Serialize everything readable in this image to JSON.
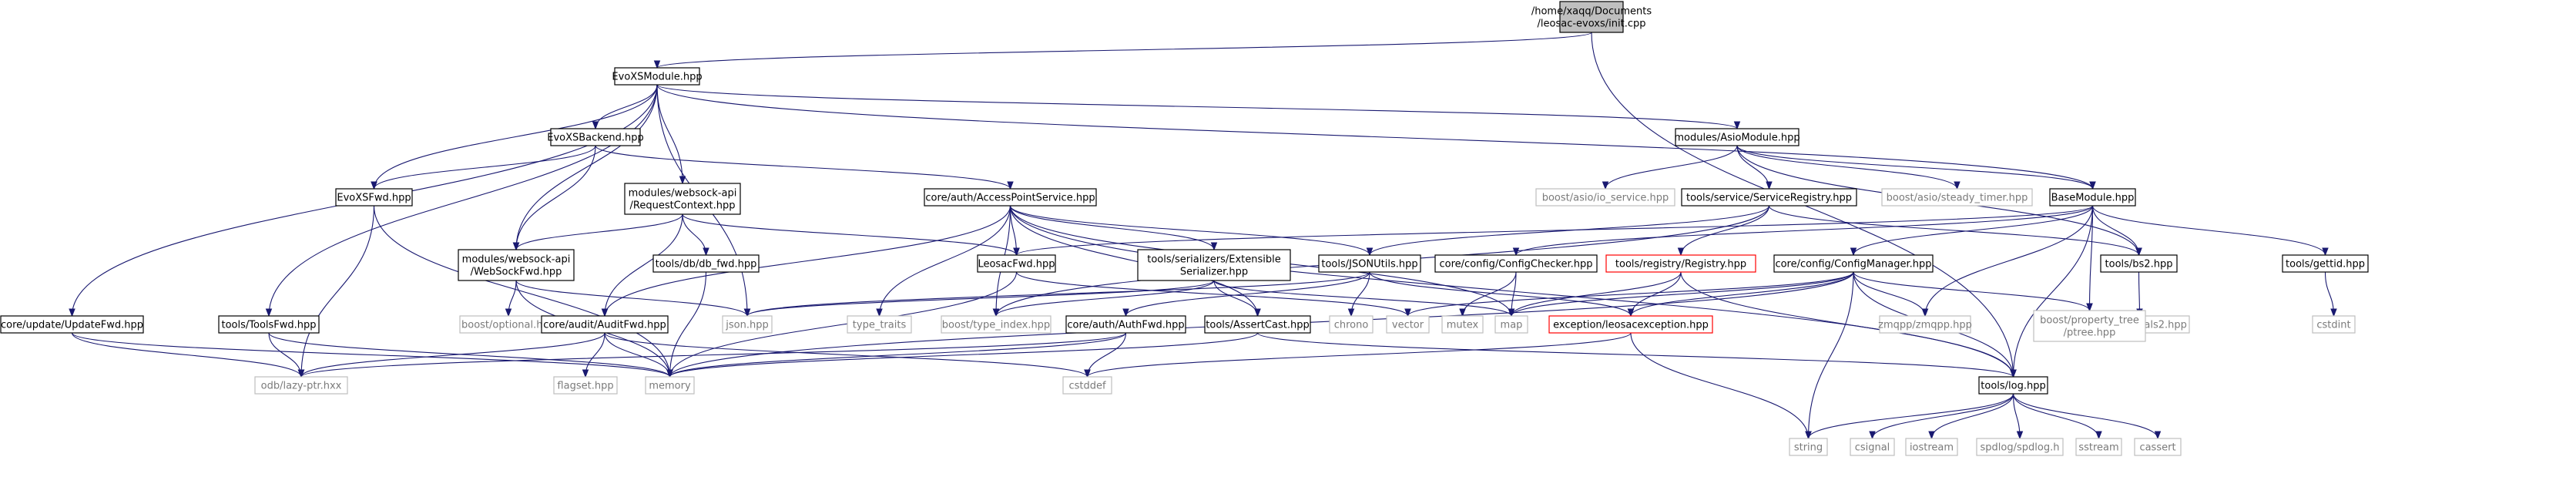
{
  "colors": {
    "edge": "#191970",
    "root_fill": "#bfbfbf",
    "doc_border": "#000000",
    "missing_border": "#bfbfbf",
    "error_border": "#ff0000"
  },
  "graph": {
    "nodes": [
      {
        "id": "init",
        "lines": [
          "/home/xaqq/Documents",
          "/leosac-evoxs/init.cpp"
        ],
        "kind": "root"
      },
      {
        "id": "EvoXSModule",
        "lines": [
          "EvoXSModule.hpp"
        ],
        "kind": "doc"
      },
      {
        "id": "EvoXSBackend",
        "lines": [
          "EvoXSBackend.hpp"
        ],
        "kind": "doc"
      },
      {
        "id": "AsioModule",
        "lines": [
          "modules/AsioModule.hpp"
        ],
        "kind": "doc"
      },
      {
        "id": "EvoXSFwd",
        "lines": [
          "EvoXSFwd.hpp"
        ],
        "kind": "doc"
      },
      {
        "id": "RequestContext",
        "lines": [
          "modules/websock-api",
          "/RequestContext.hpp"
        ],
        "kind": "doc"
      },
      {
        "id": "AccessPointService",
        "lines": [
          "core/auth/AccessPointService.hpp"
        ],
        "kind": "doc"
      },
      {
        "id": "io_service",
        "lines": [
          "boost/asio/io_service.hpp"
        ],
        "kind": "missing"
      },
      {
        "id": "ServiceRegistry",
        "lines": [
          "tools/service/ServiceRegistry.hpp"
        ],
        "kind": "doc"
      },
      {
        "id": "steady_timer",
        "lines": [
          "boost/asio/steady_timer.hpp"
        ],
        "kind": "missing"
      },
      {
        "id": "BaseModule",
        "lines": [
          "BaseModule.hpp"
        ],
        "kind": "doc"
      },
      {
        "id": "WebSockFwd",
        "lines": [
          "modules/websock-api",
          "/WebSockFwd.hpp"
        ],
        "kind": "doc"
      },
      {
        "id": "db_fwd",
        "lines": [
          "tools/db/db_fwd.hpp"
        ],
        "kind": "doc"
      },
      {
        "id": "LeosacFwd",
        "lines": [
          "LeosacFwd.hpp"
        ],
        "kind": "doc"
      },
      {
        "id": "ExtSerializer",
        "lines": [
          "tools/serializers/Extensible",
          "Serializer.hpp"
        ],
        "kind": "doc"
      },
      {
        "id": "JSONUtils",
        "lines": [
          "tools/JSONUtils.hpp"
        ],
        "kind": "doc"
      },
      {
        "id": "ConfigChecker",
        "lines": [
          "core/config/ConfigChecker.hpp"
        ],
        "kind": "doc"
      },
      {
        "id": "Registry",
        "lines": [
          "tools/registry/Registry.hpp"
        ],
        "kind": "error"
      },
      {
        "id": "ConfigManager",
        "lines": [
          "core/config/ConfigManager.hpp"
        ],
        "kind": "doc"
      },
      {
        "id": "bs2",
        "lines": [
          "tools/bs2.hpp"
        ],
        "kind": "doc"
      },
      {
        "id": "gettid",
        "lines": [
          "tools/gettid.hpp"
        ],
        "kind": "doc"
      },
      {
        "id": "UpdateFwd",
        "lines": [
          "core/update/UpdateFwd.hpp"
        ],
        "kind": "doc"
      },
      {
        "id": "ToolsFwd",
        "lines": [
          "tools/ToolsFwd.hpp"
        ],
        "kind": "doc"
      },
      {
        "id": "optional",
        "lines": [
          "boost/optional.hpp"
        ],
        "kind": "missing"
      },
      {
        "id": "AuditFwd",
        "lines": [
          "core/audit/AuditFwd.hpp"
        ],
        "kind": "doc"
      },
      {
        "id": "json",
        "lines": [
          "json.hpp"
        ],
        "kind": "missing"
      },
      {
        "id": "type_traits",
        "lines": [
          "type_traits"
        ],
        "kind": "missing"
      },
      {
        "id": "type_index",
        "lines": [
          "boost/type_index.hpp"
        ],
        "kind": "missing"
      },
      {
        "id": "AuthFwd",
        "lines": [
          "core/auth/AuthFwd.hpp"
        ],
        "kind": "doc"
      },
      {
        "id": "AssertCast",
        "lines": [
          "tools/AssertCast.hpp"
        ],
        "kind": "doc"
      },
      {
        "id": "chrono",
        "lines": [
          "chrono"
        ],
        "kind": "missing"
      },
      {
        "id": "vector",
        "lines": [
          "vector"
        ],
        "kind": "missing"
      },
      {
        "id": "mutex",
        "lines": [
          "mutex"
        ],
        "kind": "missing"
      },
      {
        "id": "map",
        "lines": [
          "map"
        ],
        "kind": "missing"
      },
      {
        "id": "leosacexception",
        "lines": [
          "exception/leosacexception.hpp"
        ],
        "kind": "error"
      },
      {
        "id": "zmqpp",
        "lines": [
          "zmqpp/zmqpp.hpp"
        ],
        "kind": "missing"
      },
      {
        "id": "signals2",
        "lines": [
          "boost/signals2.hpp"
        ],
        "kind": "missing"
      },
      {
        "id": "ptree",
        "lines": [
          "boost/property_tree",
          "/ptree.hpp"
        ],
        "kind": "missing"
      },
      {
        "id": "cstdint",
        "lines": [
          "cstdint"
        ],
        "kind": "missing"
      },
      {
        "id": "lazyptr",
        "lines": [
          "odb/lazy-ptr.hxx"
        ],
        "kind": "missing"
      },
      {
        "id": "flagset",
        "lines": [
          "flagset.hpp"
        ],
        "kind": "missing"
      },
      {
        "id": "memory",
        "lines": [
          "memory"
        ],
        "kind": "missing"
      },
      {
        "id": "cstddef",
        "lines": [
          "cstddef"
        ],
        "kind": "missing"
      },
      {
        "id": "log",
        "lines": [
          "tools/log.hpp"
        ],
        "kind": "doc"
      },
      {
        "id": "string",
        "lines": [
          "string"
        ],
        "kind": "missing"
      },
      {
        "id": "csignal",
        "lines": [
          "csignal"
        ],
        "kind": "missing"
      },
      {
        "id": "iostream",
        "lines": [
          "iostream"
        ],
        "kind": "missing"
      },
      {
        "id": "spdlog",
        "lines": [
          "spdlog/spdlog.h"
        ],
        "kind": "missing"
      },
      {
        "id": "sstream",
        "lines": [
          "sstream"
        ],
        "kind": "missing"
      },
      {
        "id": "cassert",
        "lines": [
          "cassert"
        ],
        "kind": "missing"
      }
    ],
    "edges": [
      [
        "init",
        "EvoXSModule"
      ],
      [
        "init",
        "log"
      ],
      [
        "EvoXSModule",
        "EvoXSBackend"
      ],
      [
        "EvoXSModule",
        "AsioModule"
      ],
      [
        "EvoXSModule",
        "EvoXSFwd"
      ],
      [
        "EvoXSModule",
        "RequestContext"
      ],
      [
        "EvoXSModule",
        "WebSockFwd"
      ],
      [
        "EvoXSModule",
        "UpdateFwd"
      ],
      [
        "EvoXSModule",
        "ToolsFwd"
      ],
      [
        "EvoXSModule",
        "json"
      ],
      [
        "EvoXSModule",
        "BaseModule"
      ],
      [
        "EvoXSBackend",
        "EvoXSFwd"
      ],
      [
        "EvoXSBackend",
        "AccessPointService"
      ],
      [
        "EvoXSBackend",
        "WebSockFwd"
      ],
      [
        "AsioModule",
        "io_service"
      ],
      [
        "AsioModule",
        "ServiceRegistry"
      ],
      [
        "AsioModule",
        "steady_timer"
      ],
      [
        "AsioModule",
        "BaseModule"
      ],
      [
        "AsioModule",
        "bs2"
      ],
      [
        "EvoXSFwd",
        "lazyptr"
      ],
      [
        "EvoXSFwd",
        "memory"
      ],
      [
        "RequestContext",
        "WebSockFwd"
      ],
      [
        "RequestContext",
        "db_fwd"
      ],
      [
        "RequestContext",
        "LeosacFwd"
      ],
      [
        "RequestContext",
        "AuditFwd"
      ],
      [
        "AccessPointService",
        "LeosacFwd"
      ],
      [
        "AccessPointService",
        "ExtSerializer"
      ],
      [
        "AccessPointService",
        "JSONUtils"
      ],
      [
        "AccessPointService",
        "AuditFwd"
      ],
      [
        "AccessPointService",
        "type_traits"
      ],
      [
        "AccessPointService",
        "type_index"
      ],
      [
        "AccessPointService",
        "AssertCast"
      ],
      [
        "AccessPointService",
        "map"
      ],
      [
        "AccessPointService",
        "log"
      ],
      [
        "ServiceRegistry",
        "JSONUtils"
      ],
      [
        "ServiceRegistry",
        "Registry"
      ],
      [
        "ServiceRegistry",
        "bs2"
      ],
      [
        "ServiceRegistry",
        "type_index"
      ],
      [
        "BaseModule",
        "LeosacFwd"
      ],
      [
        "BaseModule",
        "ConfigChecker"
      ],
      [
        "BaseModule",
        "ConfigManager"
      ],
      [
        "BaseModule",
        "bs2"
      ],
      [
        "BaseModule",
        "gettid"
      ],
      [
        "BaseModule",
        "zmqpp"
      ],
      [
        "BaseModule",
        "ptree"
      ],
      [
        "BaseModule",
        "log"
      ],
      [
        "WebSockFwd",
        "optional"
      ],
      [
        "WebSockFwd",
        "json"
      ],
      [
        "WebSockFwd",
        "memory"
      ],
      [
        "db_fwd",
        "memory"
      ],
      [
        "LeosacFwd",
        "memory"
      ],
      [
        "LeosacFwd",
        "vector"
      ],
      [
        "ExtSerializer",
        "json"
      ],
      [
        "ExtSerializer",
        "type_index"
      ],
      [
        "ExtSerializer",
        "AssertCast"
      ],
      [
        "ExtSerializer",
        "map"
      ],
      [
        "JSONUtils",
        "json"
      ],
      [
        "JSONUtils",
        "chrono"
      ],
      [
        "JSONUtils",
        "AuthFwd"
      ],
      [
        "JSONUtils",
        "leosacexception"
      ],
      [
        "ConfigChecker",
        "mutex"
      ],
      [
        "ConfigChecker",
        "map"
      ],
      [
        "Registry",
        "map"
      ],
      [
        "Registry",
        "leosacexception"
      ],
      [
        "Registry",
        "log"
      ],
      [
        "ConfigManager",
        "vector"
      ],
      [
        "ConfigManager",
        "map"
      ],
      [
        "ConfigManager",
        "leosacexception"
      ],
      [
        "ConfigManager",
        "memory"
      ],
      [
        "ConfigManager",
        "string"
      ],
      [
        "ConfigManager",
        "zmqpp"
      ],
      [
        "ConfigManager",
        "ptree"
      ],
      [
        "ConfigManager",
        "log"
      ],
      [
        "bs2",
        "signals2"
      ],
      [
        "gettid",
        "cstdint"
      ],
      [
        "UpdateFwd",
        "lazyptr"
      ],
      [
        "UpdateFwd",
        "memory"
      ],
      [
        "ToolsFwd",
        "lazyptr"
      ],
      [
        "ToolsFwd",
        "memory"
      ],
      [
        "AuditFwd",
        "lazyptr"
      ],
      [
        "AuditFwd",
        "flagset"
      ],
      [
        "AuditFwd",
        "memory"
      ],
      [
        "AuditFwd",
        "cstddef"
      ],
      [
        "AuthFwd",
        "lazyptr"
      ],
      [
        "AuthFwd",
        "memory"
      ],
      [
        "AuthFwd",
        "cstddef"
      ],
      [
        "AssertCast",
        "memory"
      ],
      [
        "AssertCast",
        "log"
      ],
      [
        "leosacexception",
        "cstddef"
      ],
      [
        "leosacexception",
        "string"
      ],
      [
        "log",
        "string"
      ],
      [
        "log",
        "csignal"
      ],
      [
        "log",
        "iostream"
      ],
      [
        "log",
        "spdlog"
      ],
      [
        "log",
        "sstream"
      ],
      [
        "log",
        "cassert"
      ]
    ]
  }
}
